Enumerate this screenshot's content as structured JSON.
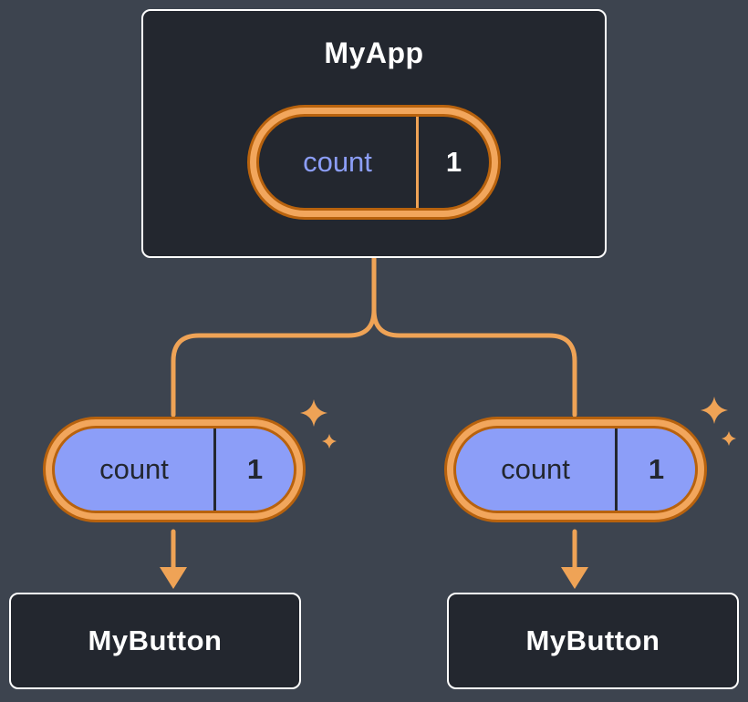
{
  "diagram": {
    "root": {
      "title": "MyApp",
      "state": {
        "key": "count",
        "value": "1"
      }
    },
    "children": [
      {
        "title": "MyButton",
        "prop": {
          "key": "count",
          "value": "1"
        }
      },
      {
        "title": "MyButton",
        "prop": {
          "key": "count",
          "value": "1"
        }
      }
    ],
    "icons": [
      "sparkle-icon",
      "arrow-down-icon"
    ],
    "colors": {
      "background": "#3d444f",
      "node_fill": "#23272f",
      "node_border": "#ffffff",
      "line_orange": "#efa356",
      "ring_orange_light": "#f2a65c",
      "ring_orange_dark": "#b8620d",
      "pill_purple": "#8c9ef8",
      "text_dark": "#23272f",
      "text_white": "#ffffff"
    }
  }
}
